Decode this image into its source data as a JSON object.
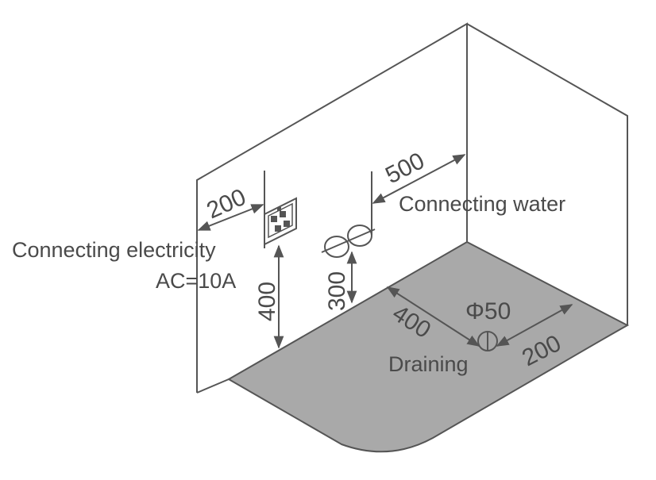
{
  "labels": {
    "connecting_water": "Connecting water",
    "connecting_electricity": "Connecting electricity",
    "ac_rating": "AC=10A",
    "draining": "Draining",
    "drain_diameter": "Φ50"
  },
  "dimensions": {
    "electric_from_wall": "200",
    "water_from_corner": "500",
    "electric_height": "400",
    "water_height": "300",
    "drain_from_left": "400",
    "drain_from_right": "200"
  },
  "colors": {
    "line": "#555555",
    "floor": "#a9a9a9",
    "text": "#4a4a4a"
  }
}
